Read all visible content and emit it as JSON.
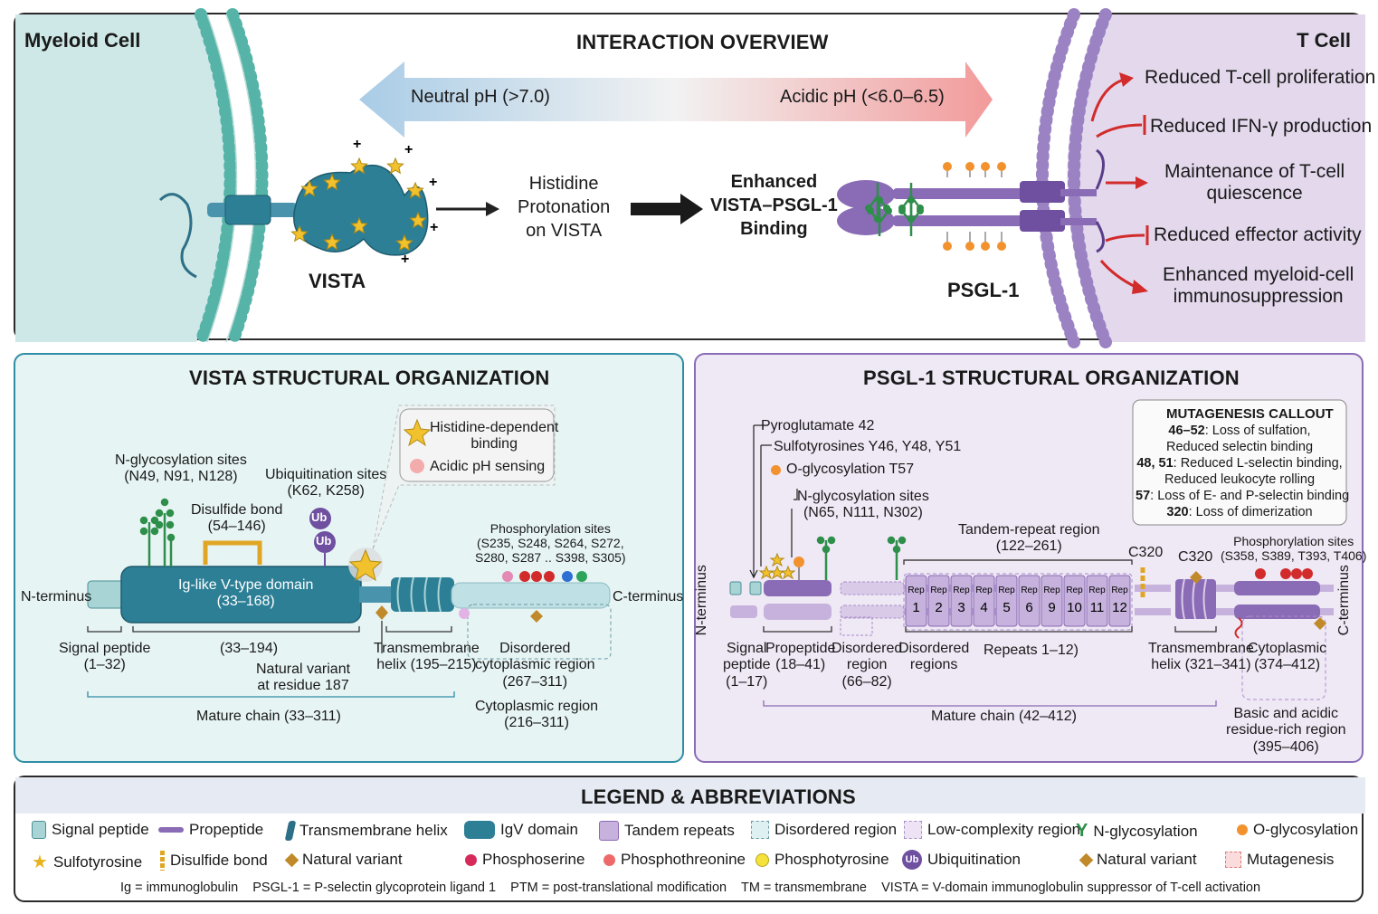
{
  "overview": {
    "heading": "INTERACTION OVERVIEW",
    "myeloid_label": "Myeloid Cell",
    "tcell_label": "T Cell",
    "ph_neutral": "Neutral pH (>7.0)",
    "ph_acidic": "Acidic pH (<6.0–6.5)",
    "vista_label": "VISTA",
    "psgl_label": "PSGL-1",
    "protonation": "Histidine\nProtonation\non VISTA",
    "binding": "Enhanced\nVISTA–PSGL-1\nBinding",
    "plus": "+",
    "outcomes": [
      {
        "text": "Reduced T-cell proliferation",
        "type": "arrow"
      },
      {
        "text": "Reduced IFN-γ production",
        "type": "inhibit"
      },
      {
        "text": "Maintenance of T-cell\nquiescence",
        "type": "arrow"
      },
      {
        "text": "Reduced effector activity",
        "type": "inhibit"
      },
      {
        "text": "Enhanced myeloid-cell\nimmunosuppression",
        "type": "arrow"
      }
    ]
  },
  "vista": {
    "heading": "VISTA STRUCTURAL ORGANIZATION",
    "n_terminus": "N-terminus",
    "c_terminus": "C-terminus",
    "domain": "Ig-like V-type domain\n(33–168)",
    "nglyc": "N-glycosylation sites\n(N49, N91, N128)",
    "disulfide": "Disulfide bond\n(54–146)",
    "ubiq": "Ubiquitination sites\n(K62, K258)",
    "ub": "Ub",
    "callout_his": "Histidine-dependent\nbinding",
    "callout_ph": "Acidic pH sensing",
    "phospho": "Phosphorylation sites\n(S235, S248, S264, S272,\nS280, S287 .. S398, S305)",
    "signal": "Signal peptide\n(1–32)",
    "extra": "(33–194)",
    "tm": "Transmembrane\nhelix (195–215)",
    "variant": "Natural variant\nat residue 187",
    "disordered": "Disordered\ncytoplasmic region\n(267–311)",
    "cyto": "Cytoplasmic region\n(216–311)",
    "mature": "Mature chain (33–311)"
  },
  "psgl": {
    "heading": "PSGL-1 STRUCTURAL ORGANIZATION",
    "pyro": "Pyroglutamate 42",
    "sulfo": "Sulfotyrosines Y46, Y48, Y51",
    "oglyc": "O-glycosylation T57",
    "nglyc": "N-glycosylation sites\n(N65, N111, N302)",
    "tandem": "Tandem-repeat region\n(122–261)",
    "rep_word": "Rep",
    "reps": [
      "1",
      "2",
      "3",
      "4",
      "5",
      "6",
      "9",
      "10",
      "11",
      "12"
    ],
    "c320a": "C320",
    "c320b": "C320",
    "phospho": "Phosphorylation sites\n(S358, S389, T393, T406)",
    "n_terminus": "N-terminus",
    "c_terminus": "C-terminus",
    "signal": "Signal\npeptide\n(1–17)",
    "propeptide": "Propeptide\n(18–41)",
    "disordered1": "Disordered\nregion\n(66–82)",
    "disordered2": "Disordered\nregions",
    "repeats": "Repeats 1–12)",
    "tm": "Transmembrane\nhelix (321–341)",
    "cyto": "Cytoplasmic\n(374–412)",
    "basic": "Basic and acidic\nresidue-rich region\n(395–406)",
    "mature": "Mature chain (42–412)",
    "mut_title": "MUTAGENESIS CALLOUT",
    "mut": [
      {
        "k": "46–52",
        "v": ": Loss of sulfation,\nReduced selectin binding"
      },
      {
        "k": "48, 51",
        "v": ": Reduced L-selectin binding,\nReduced leukocyte rolling"
      },
      {
        "k": "57",
        "v": ": Loss of E- and P-selectin binding"
      },
      {
        "k": "320",
        "v": ": Loss of dimerization"
      }
    ]
  },
  "legend": {
    "heading": "LEGEND & ABBREVIATIONS",
    "row1": [
      "Signal peptide",
      "Propeptide",
      "Transmembrane helix",
      "IgV domain",
      "Tandem repeats",
      "Disordered region",
      "Low-complexity region",
      "N-glycosylation",
      "O-glycosylation"
    ],
    "row2": [
      "Sulfotyrosine",
      "Disulfide bond",
      "Natural variant",
      "Phosphoserine",
      "Phosphothreonine",
      "Phosphotyrosine",
      "Ubiquitination",
      "Natural variant",
      "Mutagenesis"
    ],
    "ub": "Ub",
    "abbrev": "Ig = immunoglobulin    PSGL-1 = P-selectin glycoprotein ligand 1    PTM = post-translational modification    TM = transmembrane    VISTA = V-domain immunoglobulin suppressor of T-cell activation"
  },
  "colors": {
    "teal": "#2d7f96",
    "teal_light": "#a9d4d6",
    "purple": "#8a6bb5",
    "purple_light": "#d9cbe8",
    "red": "#d22b2b",
    "star": "#f2c12e"
  }
}
